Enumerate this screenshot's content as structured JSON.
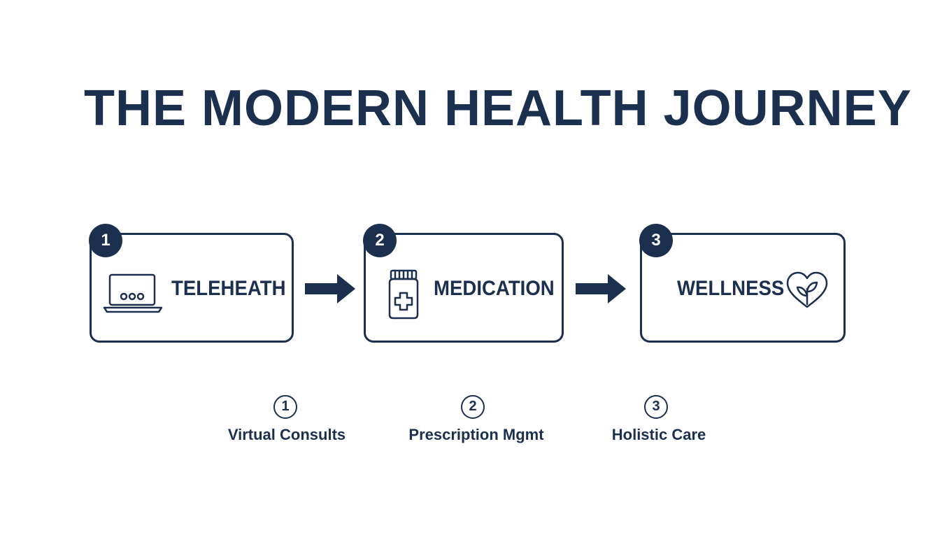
{
  "title": "THE MODERN HEALTH JOURNEY",
  "steps": [
    {
      "number": "1",
      "label": "TELEHEATH",
      "icon": "laptop-icon"
    },
    {
      "number": "2",
      "label": "MEDICATION",
      "icon": "pill-bottle-icon"
    },
    {
      "number": "3",
      "label": "WELLNESS",
      "icon": "heart-sprout-icon"
    }
  ],
  "details": [
    {
      "number": "1",
      "caption": "Virtual Consults"
    },
    {
      "number": "2",
      "caption": "Prescription Mgmt"
    },
    {
      "number": "3",
      "caption": "Holistic Care"
    }
  ],
  "colors": {
    "primary": "#1b2f4e",
    "background": "#ffffff"
  }
}
